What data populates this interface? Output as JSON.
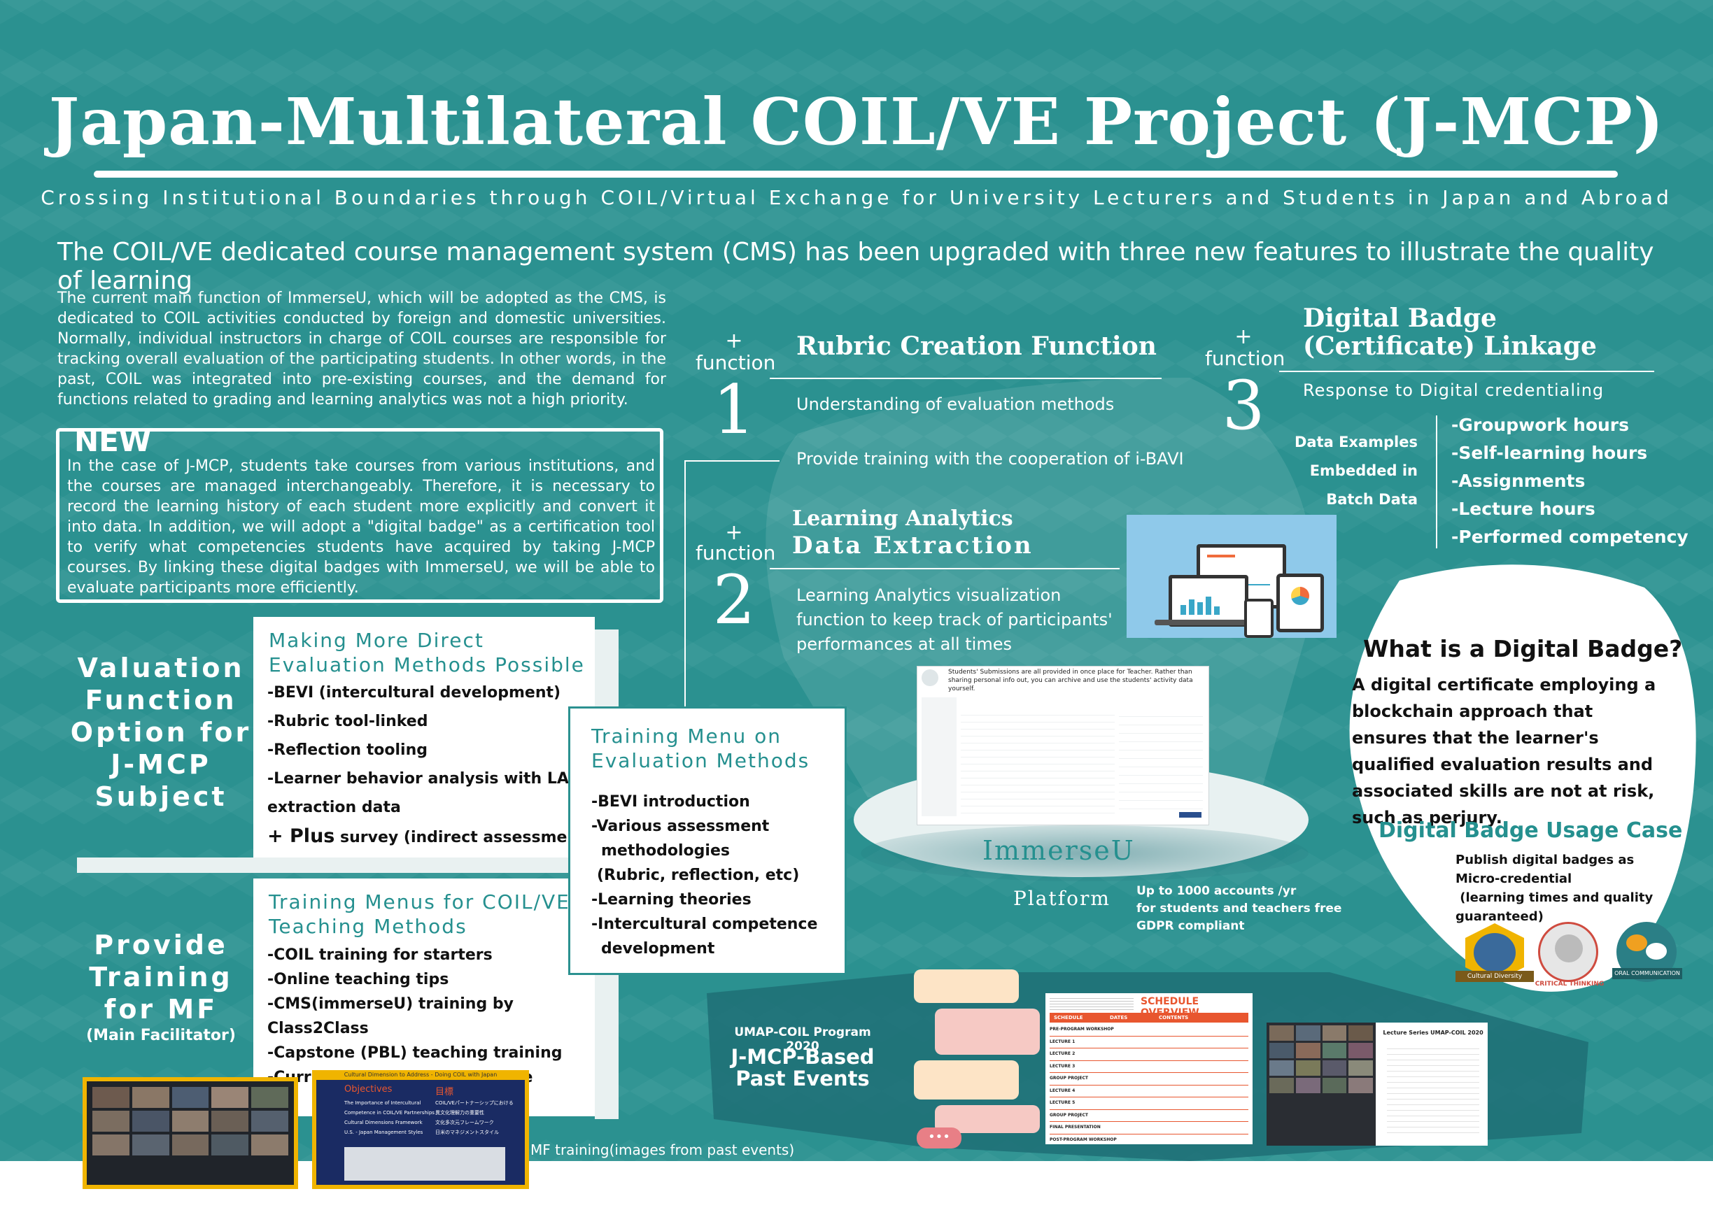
{
  "header": {
    "title": "Japan-Multilateral COIL/VE Project (J-MCP)",
    "subtitle": "Crossing Institutional Boundaries through COIL/Virtual Exchange for University Lecturers and Students in Japan and Abroad",
    "headline": "The COIL/VE dedicated course management system (CMS) has been upgraded with three new features to illustrate the quality of learning"
  },
  "intro": "The current main function of ImmerseU, which will be adopted as the CMS, is dedicated to COIL activities conducted by foreign and domestic universities. Normally, individual instructors in charge of COIL courses are responsible for tracking overall evaluation of the participating students. In other words, in the past, COIL was integrated into pre-existing courses, and the demand for functions related to grading and learning analytics was not a high priority.",
  "new_box": {
    "label": "NEW",
    "text": "In the case of J-MCP, students take courses from various institutions, and the courses are managed interchangeably. Therefore, it is necessary to record the learning history of each student more explicitly and convert it into data. In addition, we will adopt a \"digital badge\" as a certification tool to verify what competencies students have acquired by taking J-MCP courses. By linking these digital badges with ImmerseU, we will be able to evaluate participants more efficiently."
  },
  "valuation": {
    "heading": "Valuation Function Option for J-MCP Subject",
    "panel_title": "Making More Direct Evaluation Methods Possible",
    "items": [
      "-BEVI (intercultural development)",
      "-Rubric tool-linked",
      "-Reflection tooling",
      "-Learner behavior analysis with LA",
      "extraction data"
    ],
    "plus_word": "+ Plus",
    "plus_rest": " survey (indirect assessment)"
  },
  "training_menu": {
    "title": "Training Menu on Evaluation Methods",
    "items": [
      "-BEVI introduction",
      "-Various assessment",
      "methodologies",
      "(Rubric, reflection, etc)",
      "-Learning theories",
      "-Intercultural competence",
      "development"
    ]
  },
  "mf": {
    "heading": "Provide Training for MF",
    "subheading": "(Main Facilitator)",
    "panel_title": "Training Menus for COIL/VE Teaching Methods",
    "items": [
      "-COIL training for starters",
      "-Online teaching tips",
      "-CMS(immerseU) training by Class2Class",
      "-Capstone (PBL) teaching training",
      "-Curriculum Package Guidance"
    ],
    "caption": "MF training(images from past events)",
    "slide_header": "Cultural Dimension to Address - Doing COIL with Japan",
    "slide_left_title": "Objectives",
    "slide_left": [
      "The Importance of Intercultural",
      "Competence in COIL/VE Partnerships",
      "Cultural Dimensions Framework",
      "U.S. - Japan Management Styles"
    ],
    "slide_right_title": "目標",
    "slide_right": [
      "COIL/VEパートナーシップにおける",
      "異文化理解力の重要性",
      "文化多次元フレームワーク",
      "日米のマネジメントスタイル"
    ]
  },
  "function1": {
    "plus": "+",
    "word": "function",
    "num": "1",
    "title": "Rubric Creation Function",
    "line1": "Understanding of evaluation methods",
    "line2": "Provide training with the cooperation of i-BAVI"
  },
  "function2": {
    "plus": "+",
    "word": "function",
    "num": "2",
    "title_a": "Learning Analytics",
    "title_b": "Data Extraction",
    "text": "Learning Analytics visualization function to keep track of participants' performances at all times"
  },
  "function3": {
    "plus": "+",
    "word": "function",
    "num": "3",
    "title_a": "Digital Badge",
    "title_b": "(Certificate) Linkage",
    "sub": "Response to Digital credentialing",
    "data_label": [
      "Data Examples",
      "Embedded in",
      "Batch Data"
    ],
    "items": [
      "-Groupwork hours",
      "-Self-learning hours",
      "-Assignments",
      "-Lecture hours",
      "-Performed competency"
    ]
  },
  "screenshot": {
    "caption": "Students' Submissions are all provided in once place for Teacher. Rather than sharing personal info out, you can archive and use the students' activity data yourself."
  },
  "platform": {
    "name": "ImmerseU",
    "label": "Platform",
    "note1": "Up to 1000 accounts /yr",
    "note2": "for students and teachers free",
    "note3": "GDPR compliant"
  },
  "badge": {
    "question": "What is a Digital Badge?",
    "answer": "A digital certificate employing a blockchain approach that ensures that the learner's qualified evaluation results and associated skills are not at risk, such as perjury.",
    "usage_title": "Digital Badge Usage Case",
    "usage_text": [
      "Publish digital badges as",
      "Micro-credential",
      " (learning times and quality",
      "guaranteed)"
    ],
    "badges": [
      "Cultural Diversity",
      "CRITICAL THINKING",
      "ORAL COMMUNICATION"
    ]
  },
  "past_events": {
    "program": "UMAP-COIL Program 2020",
    "title": "J-MCP-Based Past Events",
    "schedule_title": "SCHEDULE OVERVIEW",
    "schedule_headers": [
      "SCHEDULE",
      "DATES",
      "CONTENTS"
    ],
    "schedule_rows": [
      "PRE-PROGRAM WORKSHOP",
      "LECTURE 1",
      "LECTURE 2",
      "LECTURE 3",
      "GROUP PROJECT",
      "LECTURE 4",
      "LECTURE 5",
      "GROUP PROJECT",
      "FINAL PRESENTATION",
      "POST-PROGRAM WORKSHOP"
    ],
    "lecture_title": "Lecture Series UMAP-COIL 2020"
  },
  "colors": {
    "teal": "#2b9190",
    "dark_teal": "#1f6f76",
    "white": "#ffffff",
    "orange": "#e8562f",
    "gold": "#f0b400"
  }
}
